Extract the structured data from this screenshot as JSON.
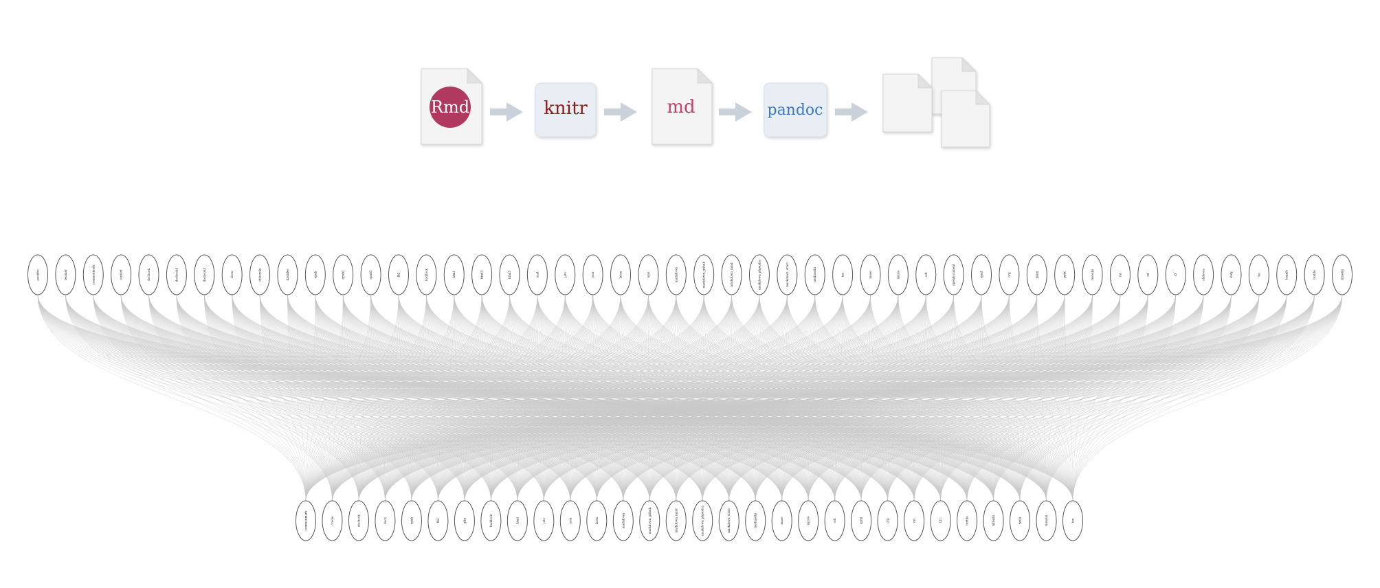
{
  "pipeline": {
    "rmd_label": "Rmd",
    "knitr_label": "knitr",
    "md_label": "md",
    "pandoc_label": "pandoc",
    "colors": {
      "rmd_circle": "#b03a5f",
      "knitr_text": "#8b1a1a",
      "md_text": "#c2416a",
      "pandoc_text": "#3a78c8",
      "box_fill": "#e8eef4",
      "arrow": "#c9d1da",
      "doc_fill": "#f4f4f4"
    }
  },
  "graph": {
    "edge_color": "#c8c8c8",
    "top_nodes": [
      "asciidoc",
      "beamer",
      "commonmark",
      "context",
      "docbook",
      "docbook4",
      "docbook5",
      "docx",
      "dokuwiki",
      "dzslides",
      "epub",
      "epub2",
      "epub3",
      "fb2",
      "haddock",
      "html",
      "html4",
      "html5",
      "icml",
      "jats",
      "json",
      "latex",
      "man",
      "markdown",
      "markdown_github",
      "markdown_mmd",
      "markdown_phpextra",
      "markdown_strict",
      "mediawiki",
      "ms",
      "muse",
      "native",
      "odt",
      "opendocument",
      "opml",
      "org",
      "plain",
      "pptx",
      "revealjs",
      "rst",
      "rtf",
      "s5",
      "slideous",
      "slidy",
      "tei",
      "texinfo",
      "textile",
      "zimwiki"
    ],
    "bottom_nodes": [
      "commonmark",
      "creole",
      "docbook",
      "docx",
      "epub",
      "fb2",
      "gfm",
      "haddock",
      "html",
      "jats",
      "json",
      "latex",
      "markdown",
      "markdown_github",
      "markdown_mmd",
      "markdown_phpextra",
      "markdown_strict",
      "mediawiki",
      "muse",
      "native",
      "odt",
      "opml",
      "org",
      "rst",
      "t2t",
      "textile",
      "tikiwiki",
      "twiki",
      "vimwiki",
      "tex"
    ]
  }
}
